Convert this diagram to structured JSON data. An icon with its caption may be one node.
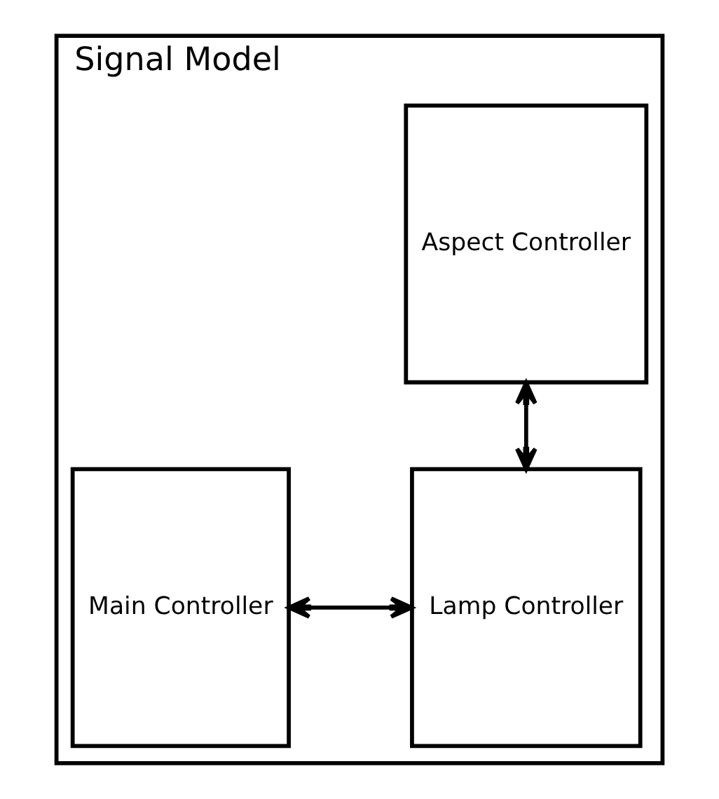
{
  "diagram": {
    "nodes": [
      {
        "text": [
          "Signal Model"
        ]
      },
      {
        "text": [
          "Lamp Controller"
        ],
        "in": 0
      },
      {
        "text": [
          "Main Controller"
        ],
        "in": 0
      },
      {
        "text": [
          "Aspect Controller"
        ],
        "in": 0
      }
    ],
    "edges": [
      {
        "from": 2,
        "to": 1,
        "arrow": "both"
      },
      {
        "from": 1,
        "to": 3,
        "arrow": "both"
      }
    ]
  }
}
